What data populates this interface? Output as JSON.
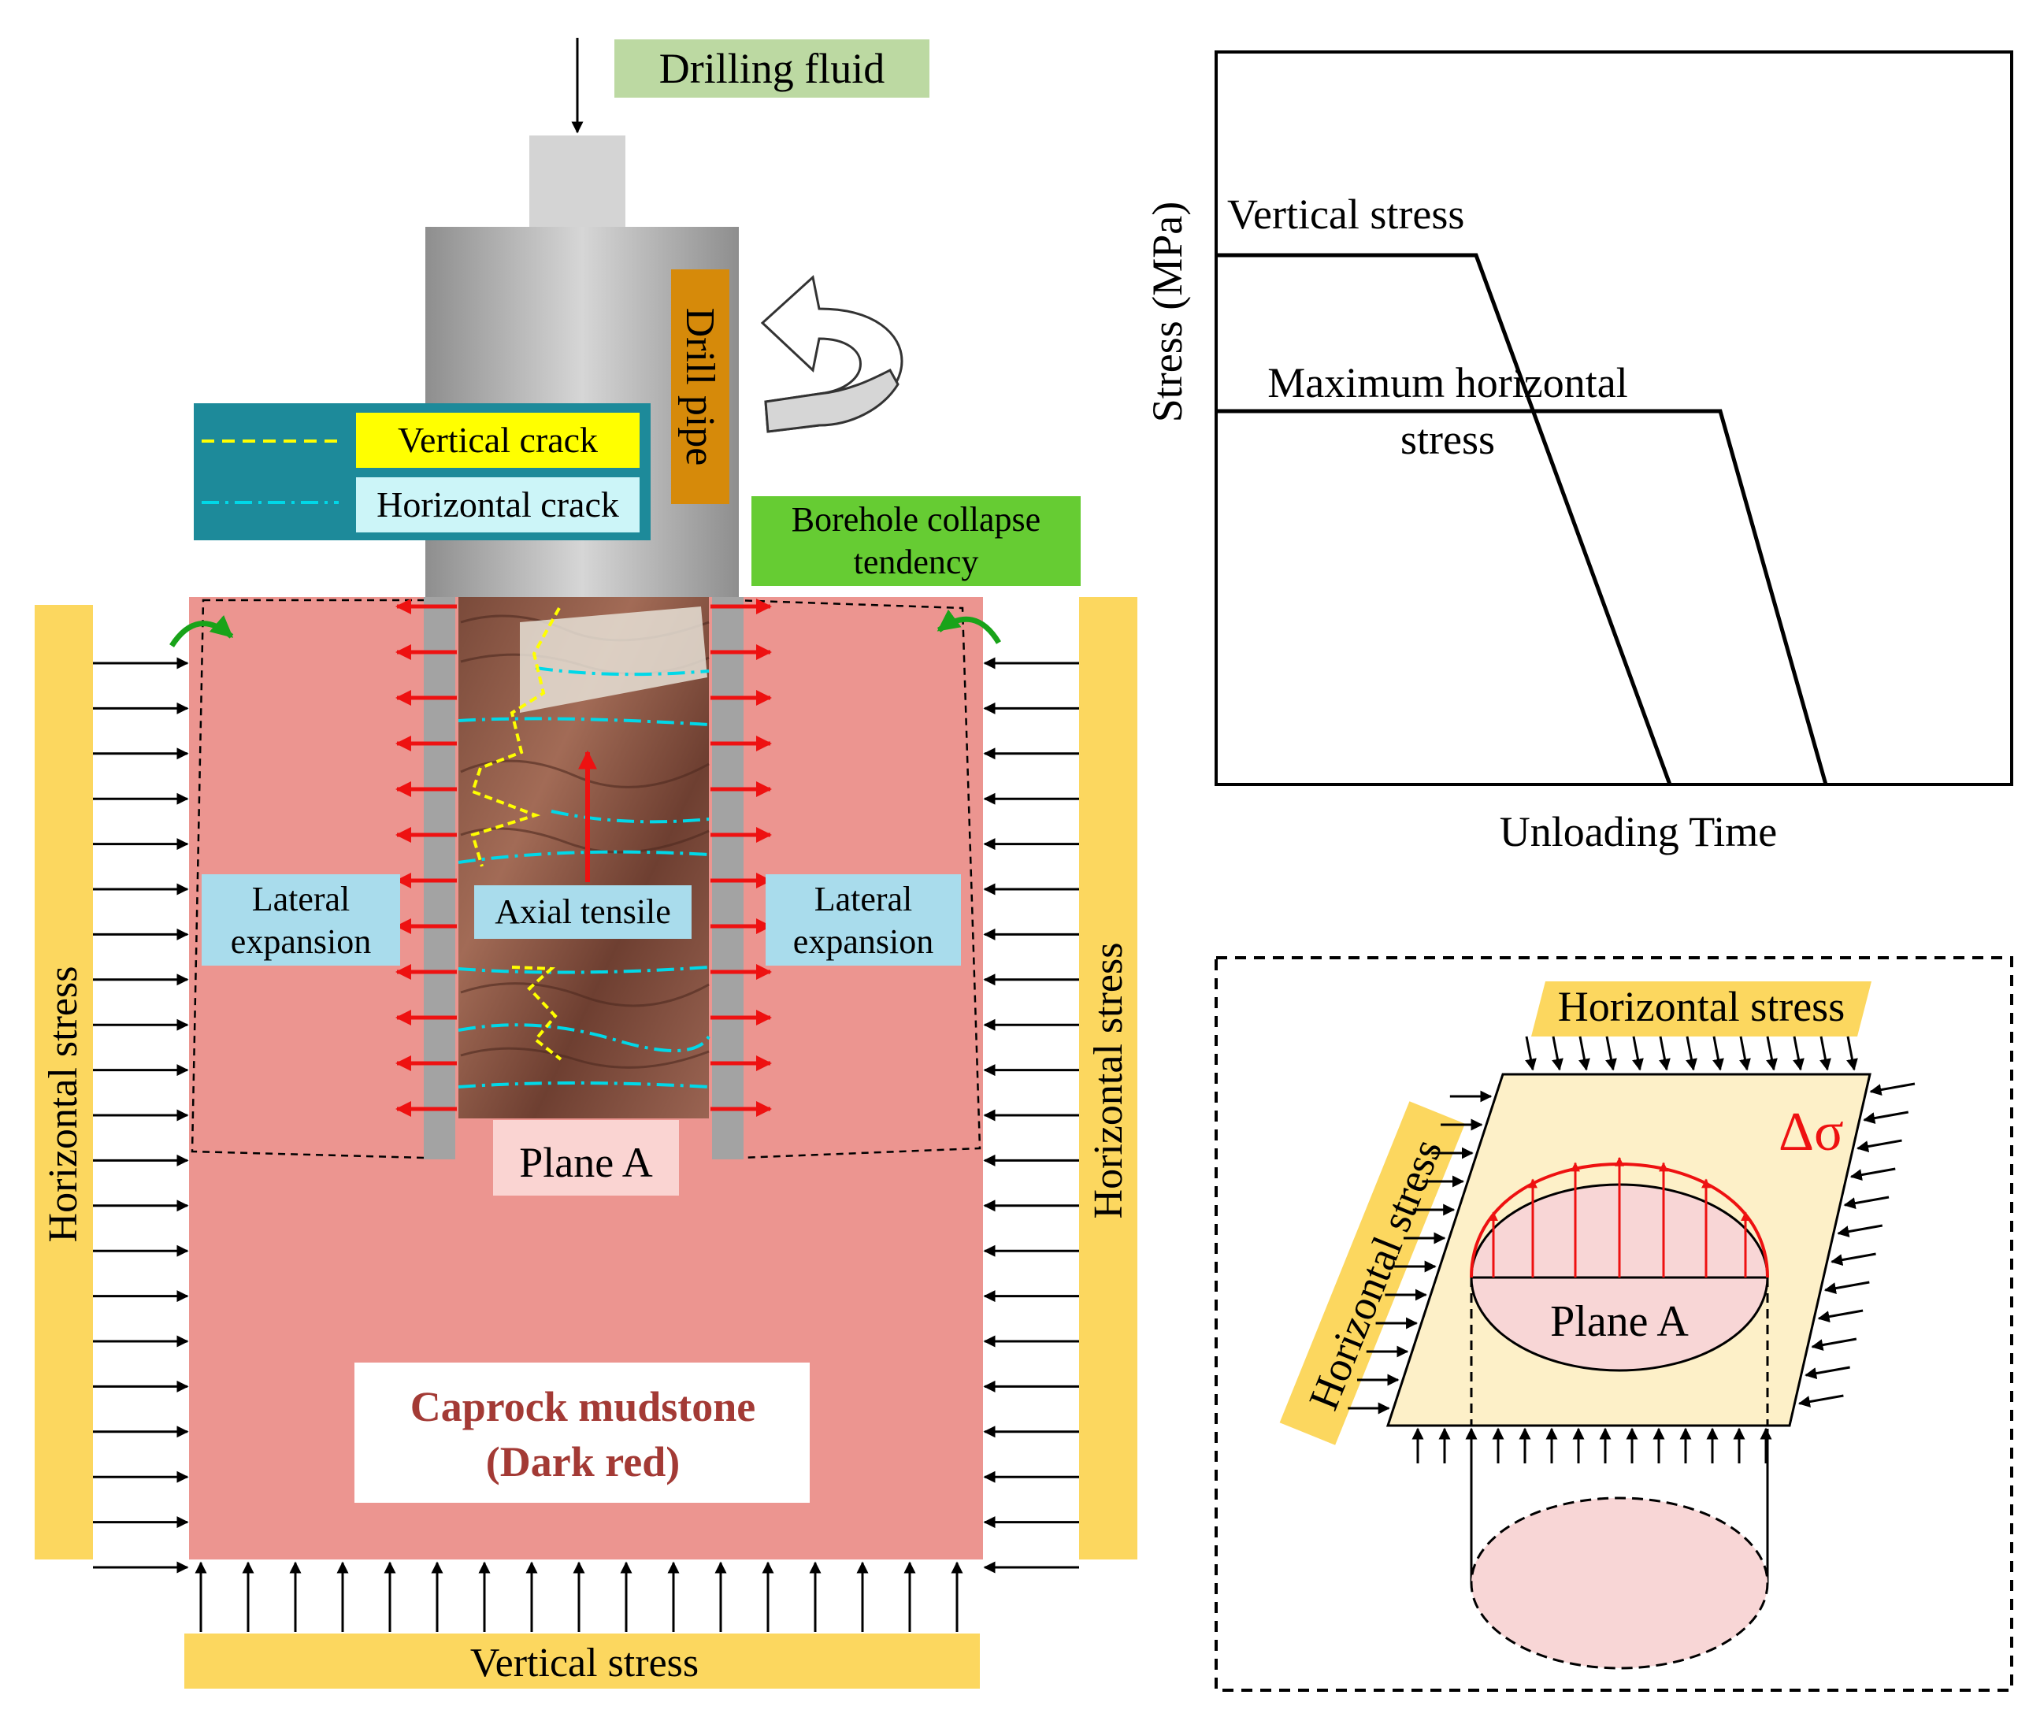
{
  "left_panel": {
    "drilling_fluid": "Drilling fluid",
    "drill_pipe": "Drill pipe",
    "legend": {
      "vertical_crack": "Vertical crack",
      "horizontal_crack": "Horizontal crack"
    },
    "borehole_collapse_line1": "Borehole collapse",
    "borehole_collapse_line2": "tendency",
    "lateral_expansion_line1": "Lateral",
    "lateral_expansion_line2": "expansion",
    "axial_tensile": "Axial tensile",
    "plane_a": "Plane A",
    "horizontal_stress": "Horizontal stress",
    "vertical_stress": "Vertical stress",
    "caprock_line1": "Caprock mudstone",
    "caprock_line2": "(Dark red)"
  },
  "stress_plot": {
    "ylabel": "Stress (MPa)",
    "xlabel": "Unloading Time",
    "vertical_stress": "Vertical stress",
    "max_horizontal_line1": "Maximum horizontal",
    "max_horizontal_line2": "stress"
  },
  "plane_panel": {
    "horizontal_stress_top": "Horizontal stress",
    "horizontal_stress_side": "Horizontal stress",
    "delta_sigma": "Δσ",
    "plane_a": "Plane A"
  },
  "colors": {
    "caprock": "#ec9590",
    "stress_bar": "#fcd75f",
    "legend_box": "#1d8a9a",
    "vertical_crack": "#ffff00",
    "horizontal_crack": "#00d8e8",
    "drill_pipe_label": "#d68a0a",
    "collapse_label": "#66cc33",
    "lateral_label": "#a9dcec",
    "fluid_label": "#bcd9a2",
    "red_arrow": "#ee1111",
    "plane_fill": "#fdf0c8",
    "ellipse_fill": "#f8d6d6"
  }
}
